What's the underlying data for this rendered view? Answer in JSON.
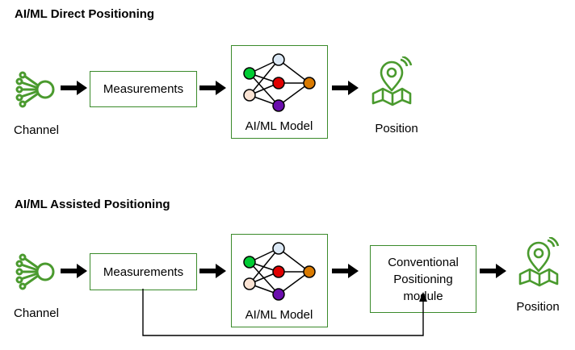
{
  "sections": [
    {
      "title": "AI/ML Direct Positioning",
      "input_label": "Channel",
      "measure_label": "Measurements",
      "model_label": "AI/ML Model",
      "output_label": "Position"
    },
    {
      "title": "AI/ML Assisted Positioning",
      "input_label": "Channel",
      "measure_label": "Measurements",
      "model_label": "AI/ML Model",
      "conventional_lines": [
        "Conventional",
        "Positioning",
        "module"
      ],
      "output_label": "Position"
    }
  ],
  "colors": {
    "box_border": "#3a8a2a",
    "icon_green": "#4a9a2e",
    "node_green": "#00cc33",
    "node_red": "#e00000",
    "node_orange": "#d97a00",
    "node_purple": "#6a0dad",
    "node_light_blue": "#dbe8f5",
    "node_peach": "#fbe3d3"
  }
}
